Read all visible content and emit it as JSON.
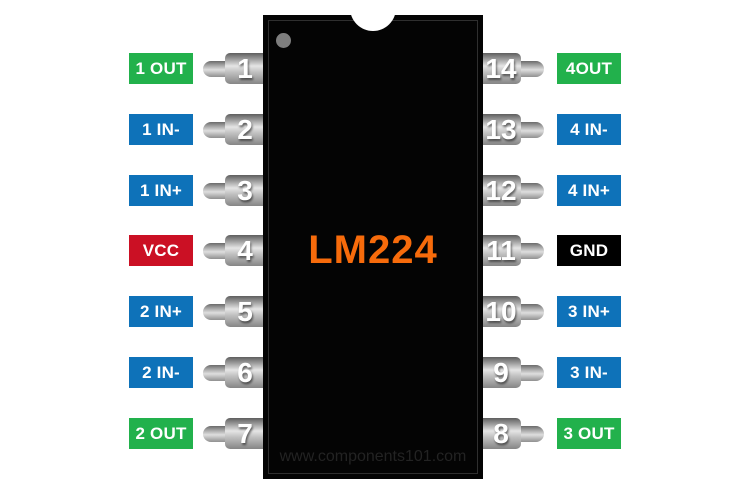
{
  "chip": {
    "part_number": "LM224",
    "part_number_color": "#F76B0B",
    "watermark": "www.components101.com"
  },
  "legend_colors": {
    "out": "#22B14C",
    "in": "#0E72B9",
    "power": "#CB1024",
    "ground": "#000000"
  },
  "left_pins": [
    {
      "number": "1",
      "label": "1 OUT",
      "type": "out"
    },
    {
      "number": "2",
      "label": "1 IN-",
      "type": "in"
    },
    {
      "number": "3",
      "label": "1 IN+",
      "type": "in"
    },
    {
      "number": "4",
      "label": "VCC",
      "type": "power"
    },
    {
      "number": "5",
      "label": "2 IN+",
      "type": "in"
    },
    {
      "number": "6",
      "label": "2 IN-",
      "type": "in"
    },
    {
      "number": "7",
      "label": "2 OUT",
      "type": "out"
    }
  ],
  "right_pins": [
    {
      "number": "14",
      "label": "4OUT",
      "type": "out"
    },
    {
      "number": "13",
      "label": "4 IN-",
      "type": "in"
    },
    {
      "number": "12",
      "label": "4 IN+",
      "type": "in"
    },
    {
      "number": "11",
      "label": "GND",
      "type": "ground"
    },
    {
      "number": "10",
      "label": "3 IN+",
      "type": "in"
    },
    {
      "number": "9",
      "label": "3 IN-",
      "type": "in"
    },
    {
      "number": "8",
      "label": "3 OUT",
      "type": "out"
    }
  ]
}
